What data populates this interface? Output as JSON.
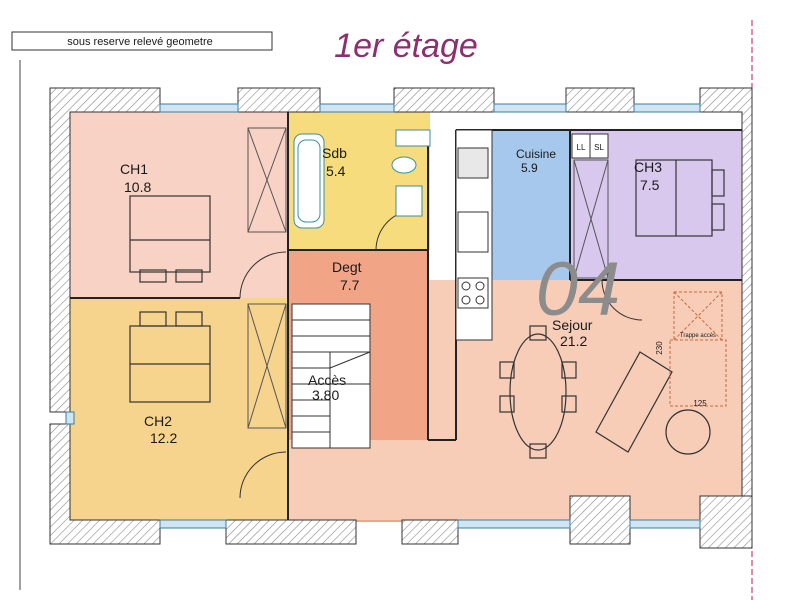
{
  "note": "sous  reserve  relevé  geometre",
  "title": "1er étage",
  "unit_number": "04",
  "rooms": {
    "ch1": {
      "name": "CH1",
      "area": "10.8"
    },
    "sdb": {
      "name": "Sdb",
      "area": "5.4"
    },
    "cuisine": {
      "name": "Cuisine",
      "area": "5.9"
    },
    "ch3": {
      "name": "CH3",
      "area": "7.5"
    },
    "degt": {
      "name": "Degt",
      "area": "7.7"
    },
    "sejour": {
      "name": "Sejour",
      "area": "21.2"
    },
    "acces": {
      "name": "Accès",
      "area": "3.80"
    },
    "ch2": {
      "name": "CH2",
      "area": "12.2"
    }
  },
  "annotations": {
    "trappe": "Trappe accès",
    "dim_vertical": "230",
    "dim_horizontal": "125",
    "lave_linge": "LL",
    "seche_linge": "SL"
  },
  "colors": {
    "ch1": "#f8d2c4",
    "ch2": "#f7d48e",
    "sdb": "#f6dc7c",
    "degt": "#f2a487",
    "cuisine": "#a6c8ec",
    "ch3": "#d8c8ee",
    "sejour": "#f7cdb8",
    "wall_hatch": "#8a8a8a",
    "title": "#8c2f6e"
  }
}
